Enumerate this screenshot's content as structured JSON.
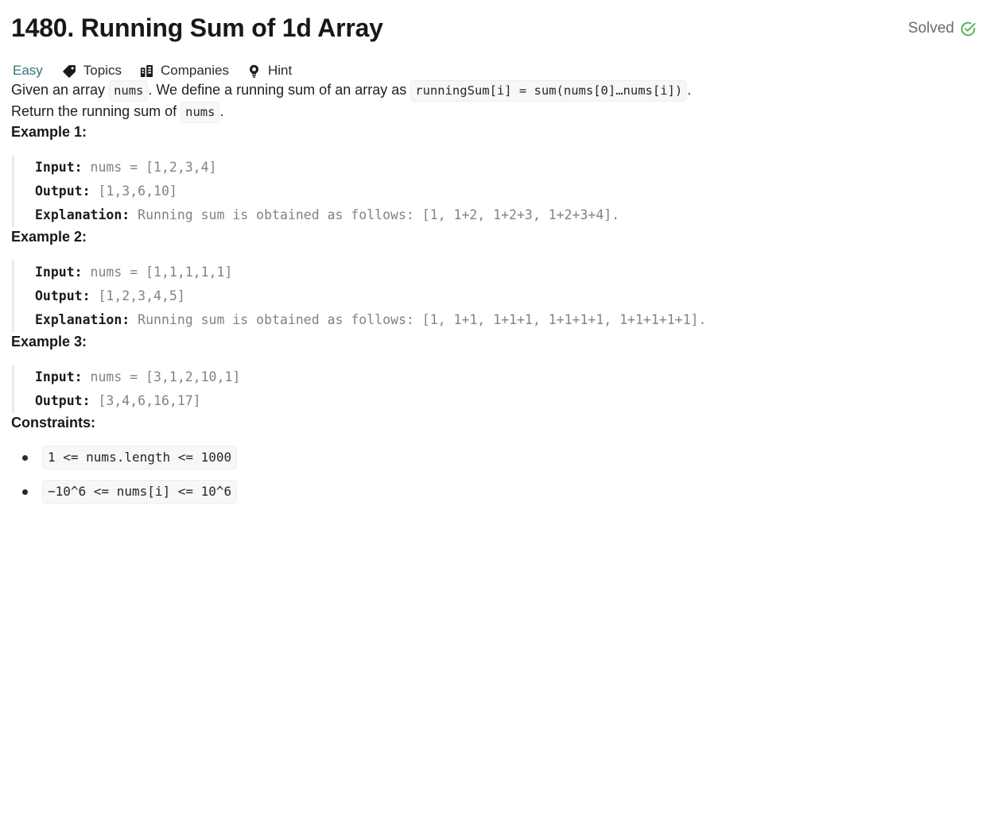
{
  "header": {
    "title": "1480. Running Sum of 1d Array",
    "status_label": "Solved",
    "status_icon": "circle-check-icon",
    "status_color": "#4caf50",
    "status_text_color": "#6b6b6b"
  },
  "meta": {
    "difficulty": "Easy",
    "difficulty_color": "#31757b",
    "items": [
      {
        "label": "Topics",
        "icon": "tag-icon"
      },
      {
        "label": "Companies",
        "icon": "buildings-icon"
      },
      {
        "label": "Hint",
        "icon": "lightbulb-icon"
      }
    ]
  },
  "description": {
    "p1_before": "Given an array ",
    "p1_code1": "nums",
    "p1_middle": ". We define a running sum of an array as ",
    "p1_code2": "runningSum[i] = sum(nums[0]…nums[i])",
    "p1_after": ".",
    "p2_before": "Return the running sum of ",
    "p2_code1": "nums",
    "p2_after": "."
  },
  "examples": [
    {
      "heading": "Example 1:",
      "input_label": "Input:",
      "input_value": " nums = [1,2,3,4]",
      "output_label": "Output:",
      "output_value": " [1,3,6,10]",
      "explanation_label": "Explanation:",
      "explanation_value": " Running sum is obtained as follows: [1, 1+2, 1+2+3, 1+2+3+4]."
    },
    {
      "heading": "Example 2:",
      "input_label": "Input:",
      "input_value": " nums = [1,1,1,1,1]",
      "output_label": "Output:",
      "output_value": " [1,2,3,4,5]",
      "explanation_label": "Explanation:",
      "explanation_value": " Running sum is obtained as follows: [1, 1+1, 1+1+1, 1+1+1+1, 1+1+1+1+1]."
    },
    {
      "heading": "Example 3:",
      "input_label": "Input:",
      "input_value": " nums = [3,1,2,10,1]",
      "output_label": "Output:",
      "output_value": " [3,4,6,16,17]",
      "explanation_label": "",
      "explanation_value": ""
    }
  ],
  "constraints": {
    "heading": "Constraints:",
    "items": [
      "1 <= nums.length <= 1000",
      "−10^6 <= nums[i] <= 10^6"
    ]
  }
}
